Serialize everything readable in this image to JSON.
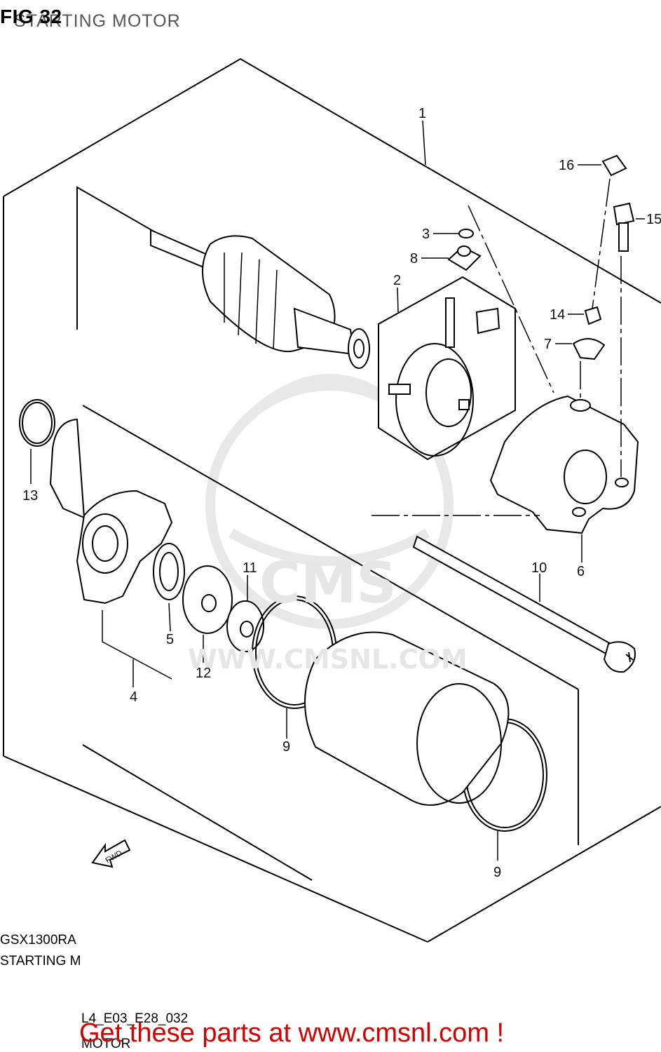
{
  "header": {
    "fig_number": "FIG 32",
    "fig_title": "STARTING MOTOR"
  },
  "watermark": {
    "brand": "CMS",
    "url": "WWW.CMSNL.COM"
  },
  "callouts": [
    "1",
    "2",
    "3",
    "4",
    "5",
    "6",
    "7",
    "8",
    "9",
    "9",
    "10",
    "11",
    "12",
    "13",
    "14",
    "15",
    "16"
  ],
  "fwd_label": "FWD",
  "footer": {
    "model": "GSX1300RA",
    "section": "STARTING M",
    "code": "L4_E03_E28_032",
    "code_sub": "MOTOR",
    "banner": "Get these parts at www.cmsnl.com !"
  }
}
